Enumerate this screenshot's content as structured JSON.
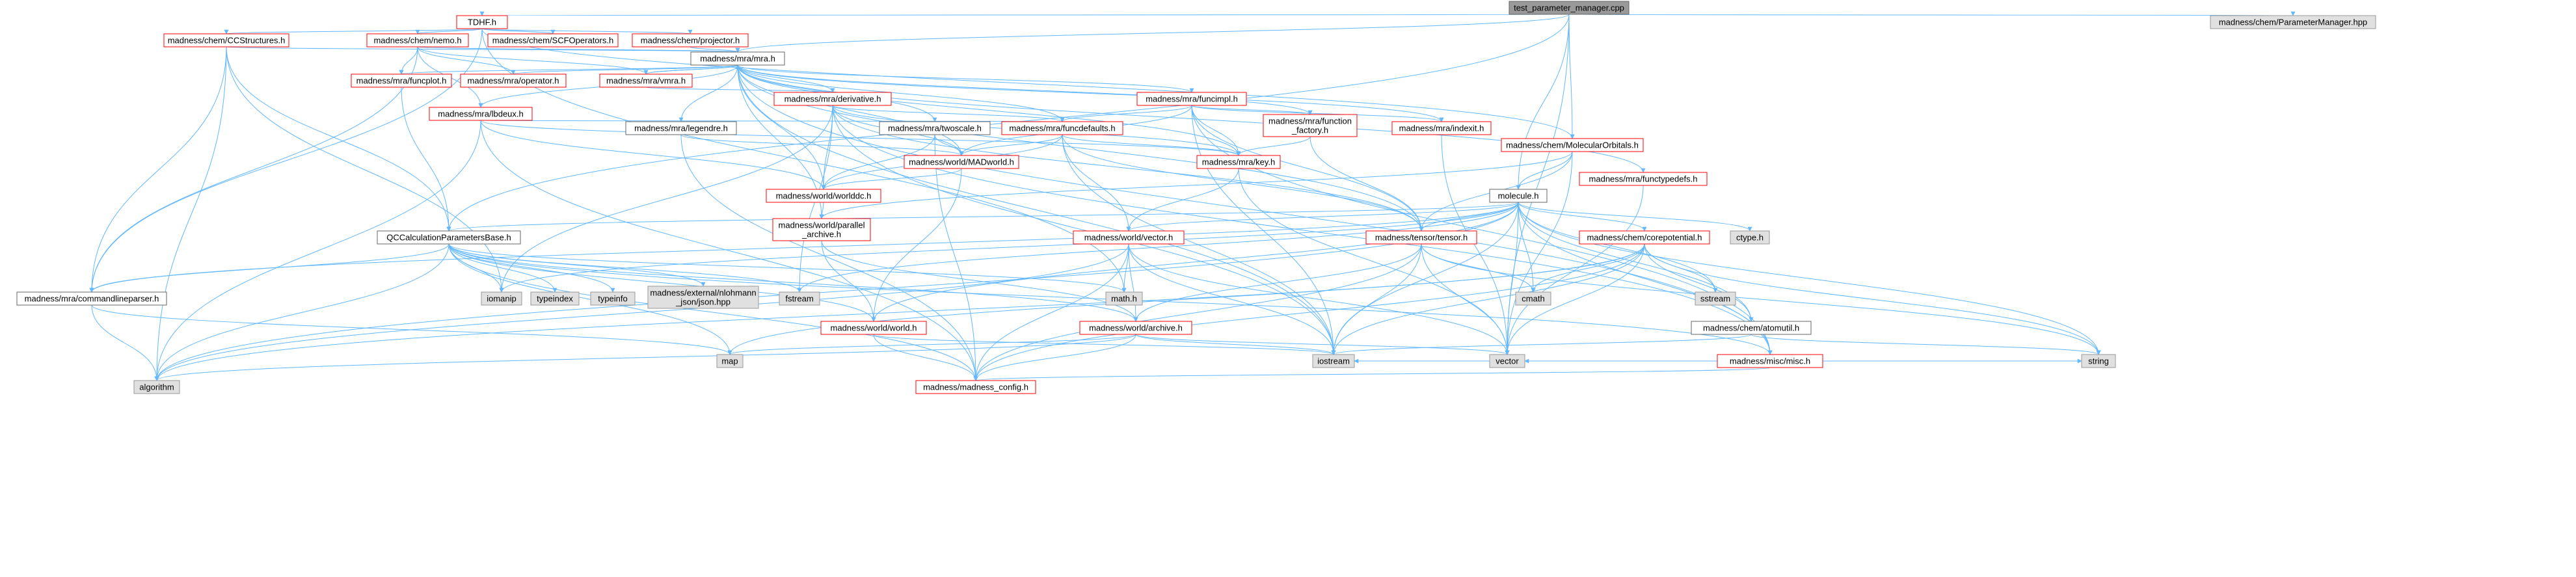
{
  "colors": {
    "root_fill": "#999999",
    "root_stroke": "#666666",
    "red_stroke": "#FF0000",
    "grey_stroke": "#999999",
    "grey_fill": "#E0E0E0",
    "white_fill": "#FFFFFF",
    "edge": "#63B8FF"
  },
  "nodes": [
    {
      "id": "root",
      "label": "test_parameter_manager.cpp",
      "style": "root"
    },
    {
      "id": "tdhf",
      "label": "TDHF.h",
      "style": "red"
    },
    {
      "id": "parammgr",
      "label": "madness/chem/ParameterManager.hpp",
      "style": "grey"
    },
    {
      "id": "ccstruct",
      "label": "madness/chem/CCStructures.h",
      "style": "red"
    },
    {
      "id": "nemo",
      "label": "madness/chem/nemo.h",
      "style": "red"
    },
    {
      "id": "scfops",
      "label": "madness/chem/SCFOperators.h",
      "style": "red"
    },
    {
      "id": "projector",
      "label": "madness/chem/projector.h",
      "style": "red"
    },
    {
      "id": "mra",
      "label": "madness/mra/mra.h",
      "style": "white"
    },
    {
      "id": "funcplot",
      "label": "madness/mra/funcplot.h",
      "style": "red"
    },
    {
      "id": "operator",
      "label": "madness/mra/operator.h",
      "style": "red"
    },
    {
      "id": "vmra",
      "label": "madness/mra/vmra.h",
      "style": "red"
    },
    {
      "id": "lbdeux",
      "label": "madness/mra/lbdeux.h",
      "style": "red"
    },
    {
      "id": "derivative",
      "label": "madness/mra/derivative.h",
      "style": "red"
    },
    {
      "id": "funcimpl",
      "label": "madness/mra/funcimpl.h",
      "style": "red"
    },
    {
      "id": "legendre",
      "label": "madness/mra/legendre.h",
      "style": "white"
    },
    {
      "id": "twoscale",
      "label": "madness/mra/twoscale.h",
      "style": "white"
    },
    {
      "id": "funcdefaults",
      "label": "madness/mra/funcdefaults.h",
      "style": "red"
    },
    {
      "id": "functionfactory",
      "label": "madness/mra/function\n_factory.h",
      "style": "red"
    },
    {
      "id": "indexit",
      "label": "madness/mra/indexit.h",
      "style": "red"
    },
    {
      "id": "molorb",
      "label": "madness/chem/MolecularOrbitals.h",
      "style": "red"
    },
    {
      "id": "functypedefs",
      "label": "madness/mra/functypedefs.h",
      "style": "red"
    },
    {
      "id": "madworld",
      "label": "madness/world/MADworld.h",
      "style": "red"
    },
    {
      "id": "key",
      "label": "madness/mra/key.h",
      "style": "red"
    },
    {
      "id": "worlddc",
      "label": "madness/world/worlddc.h",
      "style": "red"
    },
    {
      "id": "molecule",
      "label": "molecule.h",
      "style": "white"
    },
    {
      "id": "qcparams",
      "label": "QCCalculationParametersBase.h",
      "style": "white"
    },
    {
      "id": "parallelarchive",
      "label": "madness/world/parallel\n_archive.h",
      "style": "red"
    },
    {
      "id": "vector_h",
      "label": "madness/world/vector.h",
      "style": "red"
    },
    {
      "id": "tensor",
      "label": "madness/tensor/tensor.h",
      "style": "red"
    },
    {
      "id": "corepotential",
      "label": "madness/chem/corepotential.h",
      "style": "red"
    },
    {
      "id": "ctype",
      "label": "ctype.h",
      "style": "grey"
    },
    {
      "id": "cmdline",
      "label": "madness/mra/commandlineparser.h",
      "style": "white"
    },
    {
      "id": "iomanip",
      "label": "iomanip",
      "style": "grey"
    },
    {
      "id": "typeindex",
      "label": "typeindex",
      "style": "grey"
    },
    {
      "id": "typeinfo",
      "label": "typeinfo",
      "style": "grey"
    },
    {
      "id": "json",
      "label": "madness/external/nlohmann\n_json/json.hpp",
      "style": "grey"
    },
    {
      "id": "fstream",
      "label": "fstream",
      "style": "grey"
    },
    {
      "id": "world_h",
      "label": "madness/world/world.h",
      "style": "red"
    },
    {
      "id": "archive",
      "label": "madness/world/archive.h",
      "style": "red"
    },
    {
      "id": "math",
      "label": "math.h",
      "style": "grey"
    },
    {
      "id": "cmath",
      "label": "cmath",
      "style": "grey"
    },
    {
      "id": "sstream",
      "label": "sstream",
      "style": "grey"
    },
    {
      "id": "atomutil",
      "label": "madness/chem/atomutil.h",
      "style": "white"
    },
    {
      "id": "misc",
      "label": "madness/misc/misc.h",
      "style": "red"
    },
    {
      "id": "algorithm",
      "label": "algorithm",
      "style": "grey"
    },
    {
      "id": "map",
      "label": "map",
      "style": "grey"
    },
    {
      "id": "config",
      "label": "madness/madness_config.h",
      "style": "red"
    },
    {
      "id": "iostream",
      "label": "iostream",
      "style": "grey"
    },
    {
      "id": "vector",
      "label": "vector",
      "style": "grey"
    },
    {
      "id": "string",
      "label": "string",
      "style": "grey"
    }
  ],
  "edges": [
    [
      "root",
      "tdhf"
    ],
    [
      "root",
      "parammgr"
    ],
    [
      "root",
      "mra"
    ],
    [
      "root",
      "qcparams"
    ],
    [
      "root",
      "molecule"
    ],
    [
      "root",
      "vector"
    ],
    [
      "root",
      "molorb"
    ],
    [
      "tdhf",
      "ccstruct"
    ],
    [
      "tdhf",
      "nemo"
    ],
    [
      "tdhf",
      "scfops"
    ],
    [
      "tdhf",
      "projector"
    ],
    [
      "tdhf",
      "cmdline"
    ],
    [
      "tdhf",
      "molorb"
    ],
    [
      "tdhf",
      "math"
    ],
    [
      "ccstruct",
      "mra"
    ],
    [
      "ccstruct",
      "cmdline"
    ],
    [
      "ccstruct",
      "algorithm"
    ],
    [
      "ccstruct",
      "iomanip"
    ],
    [
      "ccstruct",
      "qcparams"
    ],
    [
      "nemo",
      "mra"
    ],
    [
      "nemo",
      "funcplot"
    ],
    [
      "nemo",
      "operator"
    ],
    [
      "nemo",
      "lbdeux"
    ],
    [
      "nemo",
      "vmra"
    ],
    [
      "nemo",
      "cmdline"
    ],
    [
      "projector",
      "mra"
    ],
    [
      "mra",
      "funcplot"
    ],
    [
      "mra",
      "operator"
    ],
    [
      "mra",
      "vmra"
    ],
    [
      "mra",
      "lbdeux"
    ],
    [
      "mra",
      "derivative"
    ],
    [
      "mra",
      "funcimpl"
    ],
    [
      "mra",
      "legendre"
    ],
    [
      "mra",
      "twoscale"
    ],
    [
      "mra",
      "funcdefaults"
    ],
    [
      "mra",
      "functionfactory"
    ],
    [
      "mra",
      "indexit"
    ],
    [
      "mra",
      "functypedefs"
    ],
    [
      "mra",
      "madworld"
    ],
    [
      "mra",
      "key"
    ],
    [
      "mra",
      "worlddc"
    ],
    [
      "mra",
      "misc"
    ],
    [
      "mra",
      "tensor"
    ],
    [
      "mra",
      "iostream"
    ],
    [
      "mra",
      "parallelarchive"
    ],
    [
      "vmra",
      "mra"
    ],
    [
      "vmra",
      "derivative"
    ],
    [
      "funcplot",
      "qcparams"
    ],
    [
      "lbdeux",
      "worlddc"
    ],
    [
      "lbdeux",
      "key"
    ],
    [
      "lbdeux",
      "config"
    ],
    [
      "lbdeux",
      "algorithm"
    ],
    [
      "lbdeux",
      "funcdefaults"
    ],
    [
      "derivative",
      "iostream"
    ],
    [
      "derivative",
      "fstream"
    ],
    [
      "derivative",
      "madworld"
    ],
    [
      "derivative",
      "funcdefaults"
    ],
    [
      "derivative",
      "worlddc"
    ],
    [
      "derivative",
      "key"
    ],
    [
      "derivative",
      "tensor"
    ],
    [
      "derivative",
      "misc"
    ],
    [
      "derivative",
      "iomanip"
    ],
    [
      "funcimpl",
      "madworld"
    ],
    [
      "funcimpl",
      "key"
    ],
    [
      "funcimpl",
      "misc"
    ],
    [
      "funcimpl",
      "funcdefaults"
    ],
    [
      "funcimpl",
      "indexit"
    ],
    [
      "funcimpl",
      "functionfactory"
    ],
    [
      "funcimpl",
      "tensor"
    ],
    [
      "funcimpl",
      "iostream"
    ],
    [
      "legendre",
      "madworld"
    ],
    [
      "legendre",
      "config"
    ],
    [
      "twoscale",
      "madworld"
    ],
    [
      "twoscale",
      "config"
    ],
    [
      "twoscale",
      "worlddc"
    ],
    [
      "funcdefaults",
      "madworld"
    ],
    [
      "funcdefaults",
      "vector_h"
    ],
    [
      "funcdefaults",
      "key"
    ],
    [
      "funcdefaults",
      "tensor"
    ],
    [
      "funcdefaults",
      "worlddc"
    ],
    [
      "funcdefaults",
      "iostream"
    ],
    [
      "functionfactory",
      "key"
    ],
    [
      "functionfactory",
      "tensor"
    ],
    [
      "indexit",
      "vector"
    ],
    [
      "functypedefs",
      "vector"
    ],
    [
      "molorb",
      "molecule"
    ],
    [
      "molorb",
      "tensor"
    ],
    [
      "molorb",
      "vector"
    ],
    [
      "molorb",
      "parallelarchive"
    ],
    [
      "madworld",
      "worlddc"
    ],
    [
      "madworld",
      "world_h"
    ],
    [
      "key",
      "vector_h"
    ],
    [
      "key",
      "vector"
    ],
    [
      "worlddc",
      "parallelarchive"
    ],
    [
      "molecule",
      "corepotential"
    ],
    [
      "molecule",
      "atomutil"
    ],
    [
      "molecule",
      "tensor"
    ],
    [
      "molecule",
      "misc"
    ],
    [
      "molecule",
      "qcparams"
    ],
    [
      "molecule",
      "ctype"
    ],
    [
      "molecule",
      "iostream"
    ],
    [
      "molecule",
      "vector"
    ],
    [
      "molecule",
      "string"
    ],
    [
      "molecule",
      "cmath"
    ],
    [
      "molecule",
      "sstream"
    ],
    [
      "molecule",
      "fstream"
    ],
    [
      "molecule",
      "algorithm"
    ],
    [
      "molecule",
      "iomanip"
    ],
    [
      "molecule",
      "cmdline"
    ],
    [
      "molecule",
      "world_h"
    ],
    [
      "molecule",
      "vector_h"
    ],
    [
      "qcparams",
      "cmdline"
    ],
    [
      "qcparams",
      "iomanip"
    ],
    [
      "qcparams",
      "typeindex"
    ],
    [
      "qcparams",
      "typeinfo"
    ],
    [
      "qcparams",
      "json"
    ],
    [
      "qcparams",
      "fstream"
    ],
    [
      "qcparams",
      "world_h"
    ],
    [
      "qcparams",
      "archive"
    ],
    [
      "qcparams",
      "math"
    ],
    [
      "qcparams",
      "misc"
    ],
    [
      "qcparams",
      "map"
    ],
    [
      "qcparams",
      "algorithm"
    ],
    [
      "qcparams",
      "config"
    ],
    [
      "parallelarchive",
      "archive"
    ],
    [
      "parallelarchive",
      "world_h"
    ],
    [
      "vector_h",
      "archive"
    ],
    [
      "vector_h",
      "vector"
    ],
    [
      "vector_h",
      "iostream"
    ],
    [
      "vector_h",
      "math"
    ],
    [
      "vector_h",
      "config"
    ],
    [
      "vector_h",
      "algorithm"
    ],
    [
      "tensor",
      "config"
    ],
    [
      "tensor",
      "archive"
    ],
    [
      "tensor",
      "cmath"
    ],
    [
      "tensor",
      "vector"
    ],
    [
      "tensor",
      "iostream"
    ],
    [
      "tensor",
      "string"
    ],
    [
      "corepotential",
      "cmath"
    ],
    [
      "corepotential",
      "sstream"
    ],
    [
      "corepotential",
      "vector"
    ],
    [
      "corepotential",
      "string"
    ],
    [
      "corepotential",
      "iostream"
    ],
    [
      "corepotential",
      "map"
    ],
    [
      "corepotential",
      "algorithm"
    ],
    [
      "corepotential",
      "config"
    ],
    [
      "corepotential",
      "atomutil"
    ],
    [
      "atomutil",
      "string"
    ],
    [
      "atomutil",
      "iostream"
    ],
    [
      "misc",
      "config"
    ],
    [
      "misc",
      "iostream"
    ],
    [
      "misc",
      "vector"
    ],
    [
      "misc",
      "string"
    ],
    [
      "cmdline",
      "map"
    ],
    [
      "cmdline",
      "algorithm"
    ],
    [
      "world_h",
      "config"
    ],
    [
      "world_h",
      "iostream"
    ],
    [
      "archive",
      "config"
    ],
    [
      "archive",
      "iostream"
    ],
    [
      "archive",
      "vector"
    ],
    [
      "archive",
      "map"
    ],
    [
      "archive",
      "algorithm"
    ]
  ]
}
